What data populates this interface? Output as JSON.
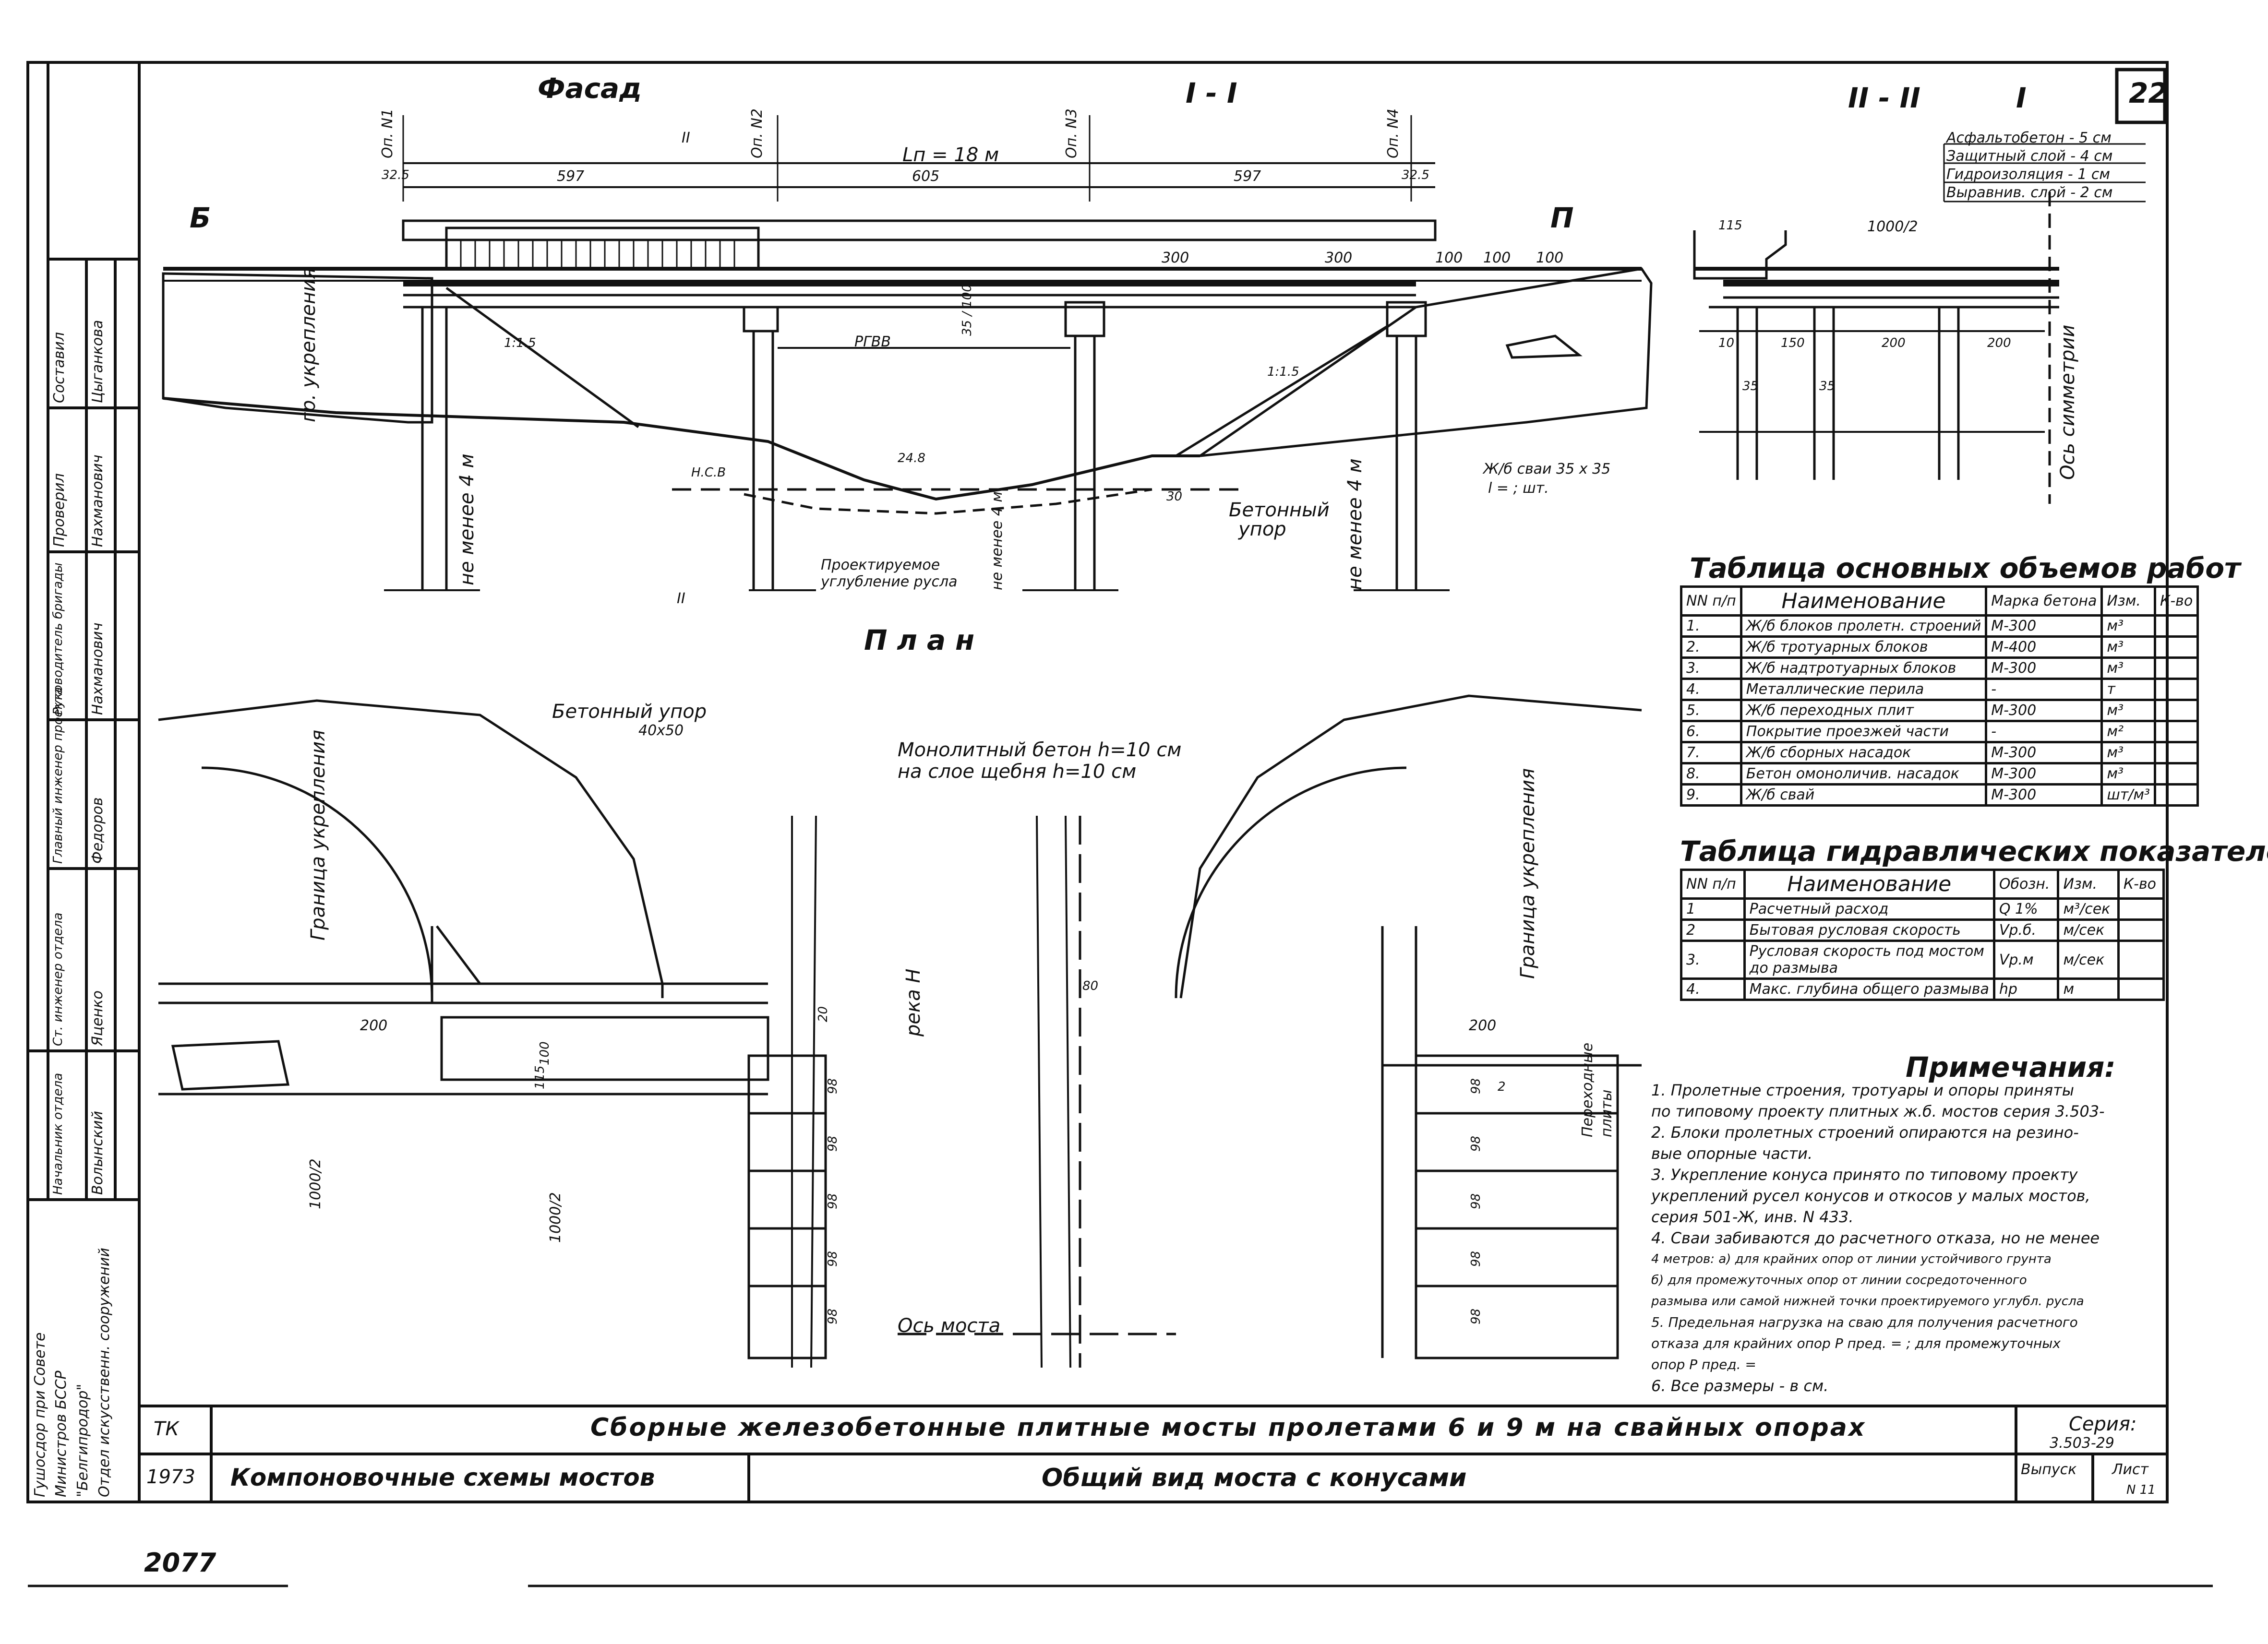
{
  "sheet_number": "22",
  "stamp": {
    "roles": [
      "Составил",
      "Проверил",
      "Руководитель бригады",
      "Главный инженер проекта",
      "Ст. инженер отдела",
      "Начальник отдела"
    ],
    "names": [
      "Цыганкова",
      "Нахманович",
      "Нахманович",
      "Федоров",
      "Яценко",
      "Волынский"
    ],
    "org_lines": [
      "Гушосдор при Совете",
      "Министров БССР",
      "\"Белгипродор\"",
      "Отдел искусственн. сооружений"
    ],
    "tk": "ТК",
    "year": "1973",
    "title_main": "Сборные железобетонные плитные мосты пролетами 6 и 9 м на свайных опорах",
    "subtitle_left": "Компоновочные схемы мостов",
    "subtitle_right": "Общий вид моста с конусами",
    "series_label": "Серия:",
    "series_value": "3.503-29",
    "issue_label": "Выпуск",
    "sheet_label": "Лист",
    "sheet_value": "N 11",
    "archive_number": "2077"
  },
  "facade": {
    "title": "Фасад",
    "section_label": "I - I",
    "supports": [
      "Оп. N1",
      "Оп. N2",
      "Оп. N3",
      "Оп. N4"
    ],
    "dims": [
      "32.5",
      "597",
      "Lп = 18 м",
      "605",
      "597",
      "32.5"
    ],
    "span_dims": [
      "300",
      "300",
      "100",
      "100",
      "100"
    ],
    "label_b": "Б",
    "label_p": "П",
    "water_level": "РГВВ",
    "low_water": "Н.С.В",
    "bottom_mark": "24.8",
    "slope_left": "1:1.5",
    "slope_right": "1:1.5",
    "border_label": "гр. укрепления",
    "pile_depth": "не менее 4 м",
    "arrow_label": "II",
    "callout_scour": [
      "Проектируемое",
      "углубление русла"
    ],
    "callout_stop": [
      "Бетонный",
      "упор"
    ],
    "dim_30": "30",
    "dim_100": "35 / 100"
  },
  "section2": {
    "label": "II - II",
    "label_i": "I",
    "layers": [
      "Асфальтобетон - 5 см",
      "Защитный слой - 4 см",
      "Гидроизоляция - 1 см",
      "Выравнив. слой - 2 см"
    ],
    "dims": [
      "115",
      "1000/2",
      "10",
      "150",
      "200",
      "200"
    ],
    "pile_dims": [
      "35",
      "35"
    ],
    "axis_label": "Ось симметрии",
    "pile_callout": [
      "Ж/б сваи 35 x 35",
      "l = ; шт."
    ]
  },
  "volumes_table": {
    "title": "Таблица основных объемов работ",
    "headers": [
      "NN п/п",
      "Наименование",
      "Марка бетона",
      "Изм.",
      "К-во"
    ],
    "rows": [
      [
        "1.",
        "Ж/б блоков пролетн. строений",
        "М-300",
        "м³",
        ""
      ],
      [
        "2.",
        "Ж/б тротуарных блоков",
        "М-400",
        "м³",
        ""
      ],
      [
        "3.",
        "Ж/б надтротуарных блоков",
        "М-300",
        "м³",
        ""
      ],
      [
        "4.",
        "Металлические перила",
        "-",
        "т",
        ""
      ],
      [
        "5.",
        "Ж/б переходных плит",
        "М-300",
        "м³",
        ""
      ],
      [
        "6.",
        "Покрытие проезжей части",
        "-",
        "м²",
        ""
      ],
      [
        "7.",
        "Ж/б сборных насадок",
        "М-300",
        "м³",
        ""
      ],
      [
        "8.",
        "Бетон омоноличив. насадок",
        "М-300",
        "м³",
        ""
      ],
      [
        "9.",
        "Ж/б свай",
        "М-300",
        "шт/м³",
        ""
      ]
    ]
  },
  "hydro_table": {
    "title": "Таблица гидравлических показателей",
    "headers": [
      "NN п/п",
      "Наименование",
      "Обозн.",
      "Изм.",
      "К-во"
    ],
    "rows": [
      [
        "1",
        "Расчетный расход",
        "Q 1%",
        "м³/сек",
        ""
      ],
      [
        "2",
        "Бытовая русловая скорость",
        "Vр.б.",
        "м/сек",
        ""
      ],
      [
        "3.",
        "Русловая скорость под мостом до размыва",
        "Vр.м",
        "м/сек",
        ""
      ],
      [
        "4.",
        "Макс. глубина общего размыва",
        "hр",
        "м",
        ""
      ]
    ]
  },
  "plan": {
    "title": "План",
    "stop_label": [
      "Бетонный упор",
      "40x50"
    ],
    "concrete_label": [
      "Монолитный бетон h=10 см",
      "на слое щебня h=10 см"
    ],
    "border_left": "Граница укрепления",
    "border_right": "Граница укрепления",
    "river_label": "река Н",
    "axis_label": "Ось моста",
    "transition_label": [
      "Переходные",
      "плиты"
    ],
    "dims": [
      "200",
      "200",
      "1000/2",
      "1000/2",
      "100",
      "115",
      "80",
      "20"
    ],
    "slab_dims": [
      "98",
      "98",
      "98",
      "98",
      "98",
      "98",
      "98",
      "98",
      "98",
      "98"
    ],
    "two": "2"
  },
  "notes": {
    "title": "Примечания:",
    "items": [
      "1. Пролетные строения, тротуары и опоры приняты",
      "по типовому проекту плитных ж.б. мостов серия 3.503-",
      "2. Блоки пролетных строений опираются на резино-",
      "вые опорные части.",
      "3. Укрепление конуса принято по типовому проекту",
      "укреплений русел конусов и откосов у малых мостов,",
      "серия 501-Ж, инв. N 433.",
      "4. Сваи забиваются до расчетного отказа, но не менее",
      "4 метров: а) для крайних опор от линии устойчивого грунта",
      "б) для промежуточных опор от линии сосредоточенного",
      "размыва или самой нижней точки проектируемого углубл. русла",
      "5. Предельная нагрузка на сваю для получения расчетного",
      "отказа для крайних опор Р пред. = ; для промежуточных",
      "опор Р пред. =",
      "6. Все размеры - в см."
    ]
  }
}
